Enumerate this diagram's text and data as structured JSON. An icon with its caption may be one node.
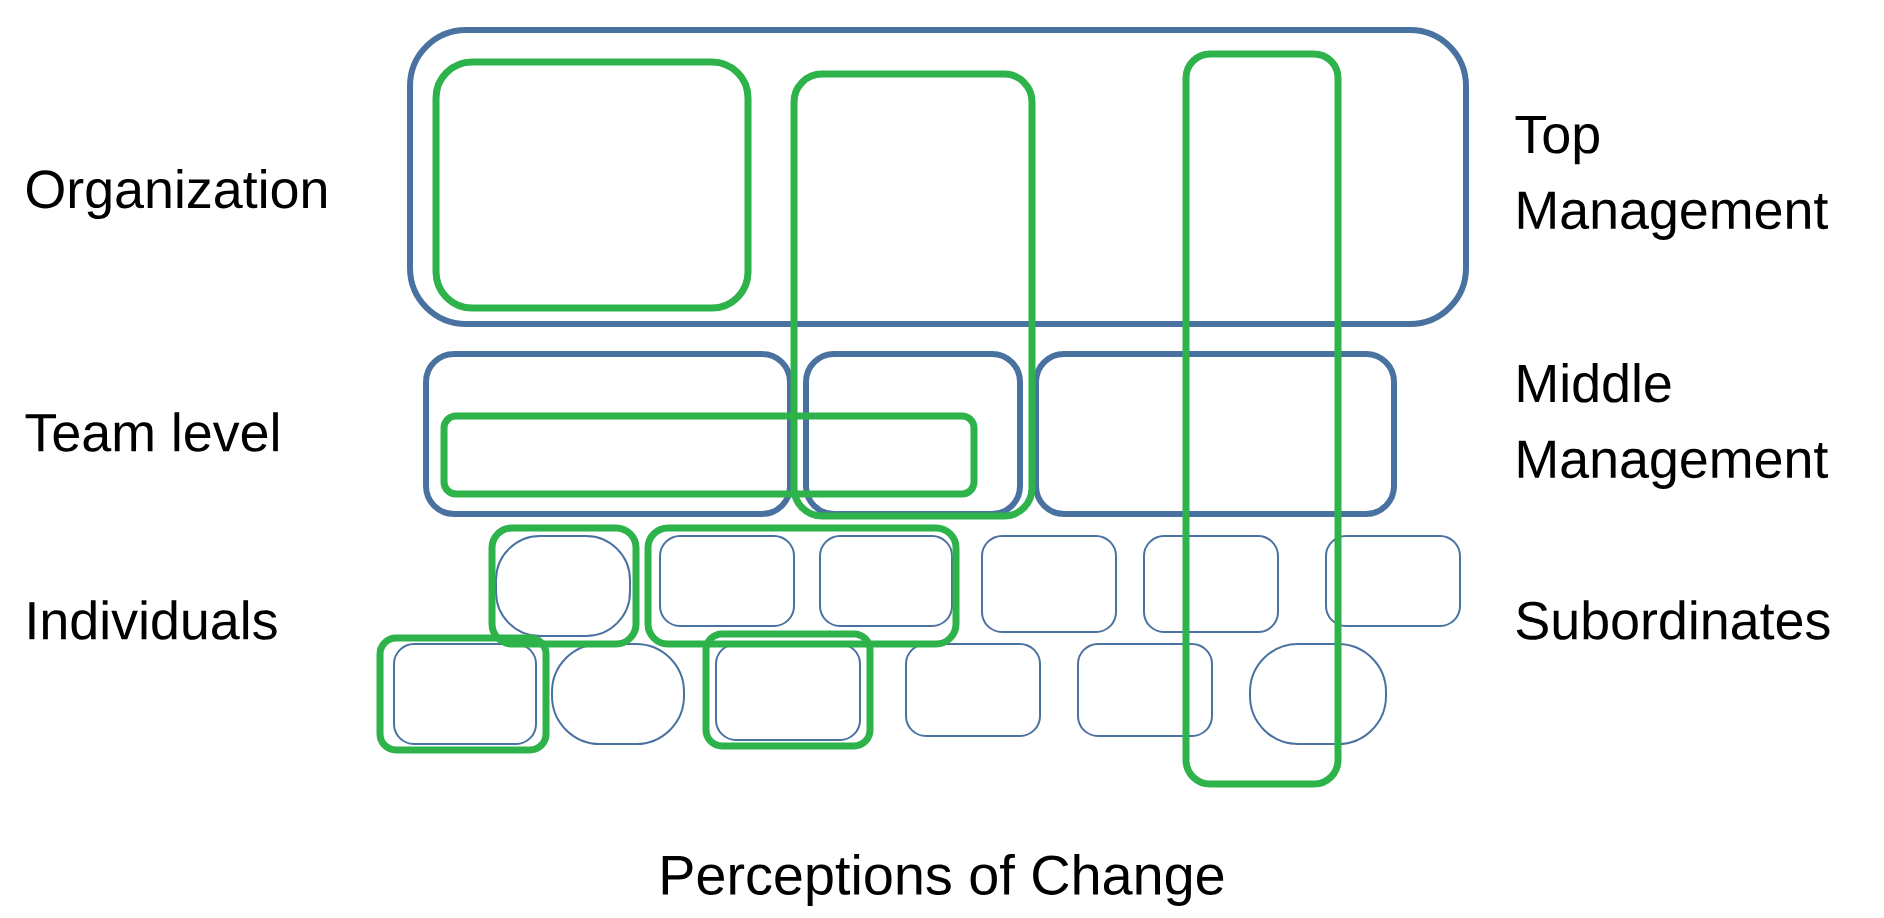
{
  "diagram": {
    "caption": "Perceptions of Change",
    "labels": [
      "Organization",
      "Top Management",
      "Team level",
      "Middle Management",
      "Individuals",
      "Subordinates"
    ]
  }
}
